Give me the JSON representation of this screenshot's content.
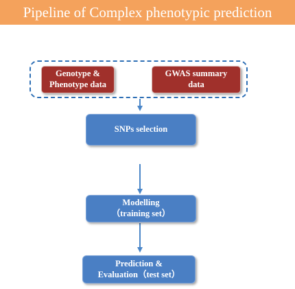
{
  "title": "Pipeline of Complex phenotypic prediction",
  "inputs": {
    "genotype": {
      "line1": "Genotype &",
      "line2": "Phenotype data"
    },
    "gwas": {
      "line1": "GWAS summary",
      "line2": "data"
    }
  },
  "steps": {
    "snps": {
      "line1": "SNPs selection"
    },
    "modelling": {
      "line1": "Modelling",
      "line2": "（training set）"
    },
    "prediction": {
      "line1": "Prediction &",
      "line2": "Evaluation（test set）"
    }
  },
  "colors": {
    "title_bar": "#f4a25c",
    "input_box": "#a0302b",
    "step_box": "#4a7fc4",
    "arrow": "#4a86c8",
    "dashed_frame": "#2e6fb5"
  }
}
